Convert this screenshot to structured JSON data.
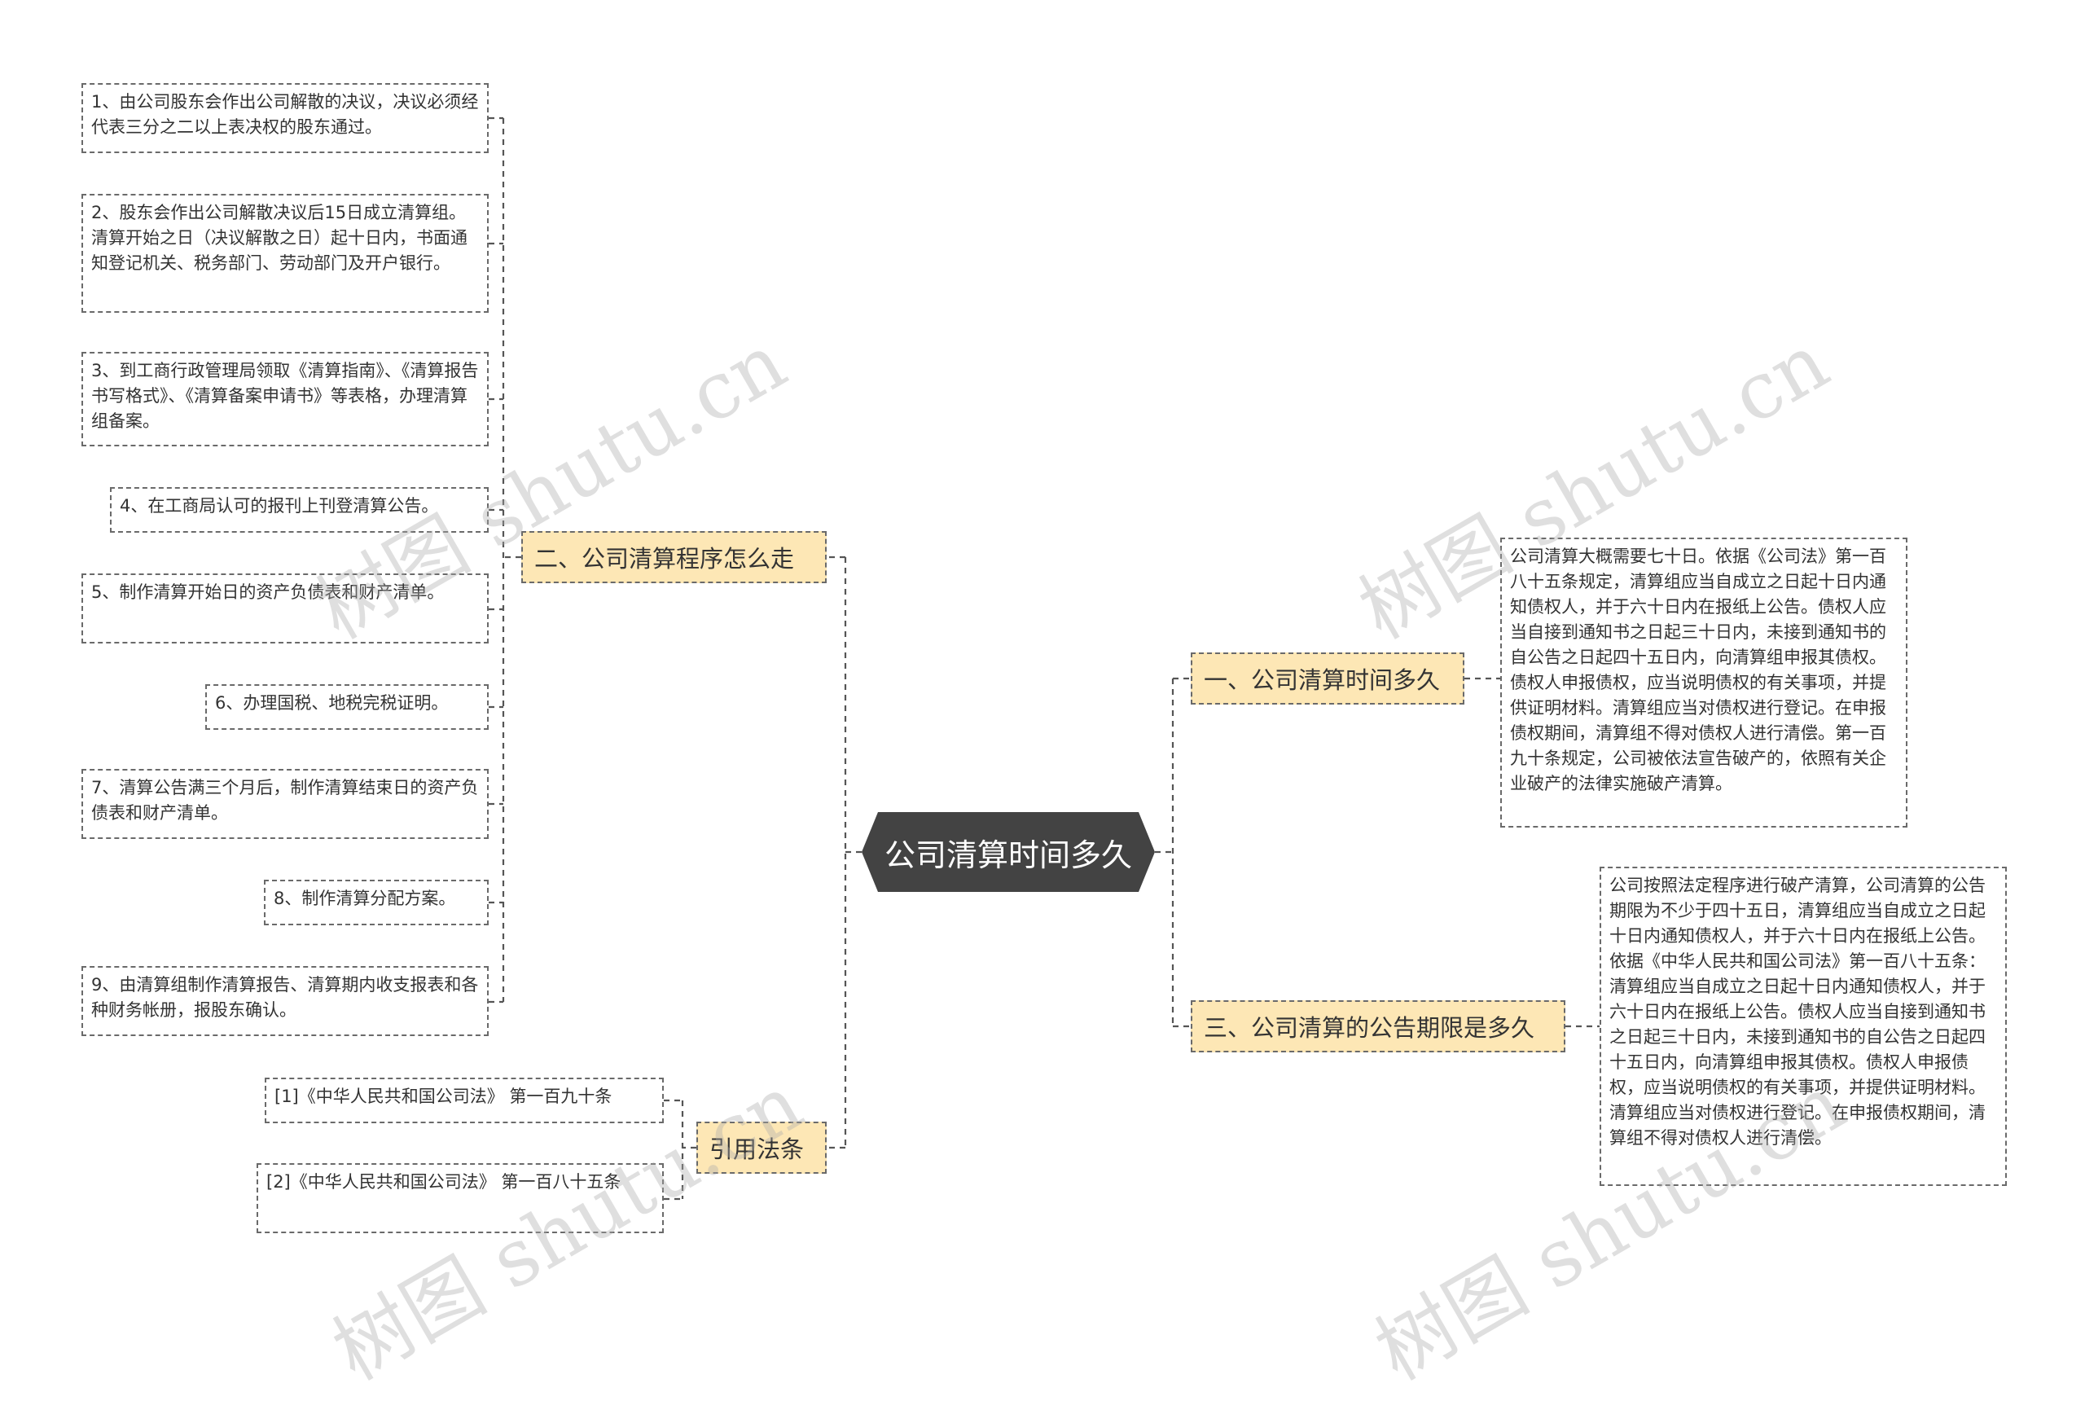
{
  "root": {
    "title": "公司清算时间多久"
  },
  "branches": {
    "b2": {
      "label": "二、公司清算程序怎么走",
      "items": [
        "1、由公司股东会作出公司解散的决议，决议必须经代表三分之二以上表决权的股东通过。",
        "2、股东会作出公司解散决议后15日成立清算组。清算开始之日（决议解散之日）起十日内，书面通知登记机关、税务部门、劳动部门及开户银行。",
        "3、到工商行政管理局领取《清算指南》、《清算报告书写格式》、《清算备案申请书》等表格，办理清算组备案。",
        "4、在工商局认可的报刊上刊登清算公告。",
        "5、制作清算开始日的资产负债表和财产清单。",
        "6、办理国税、地税完税证明。",
        "7、清算公告满三个月后，制作清算结束日的资产负债表和财产清单。",
        "8、制作清算分配方案。",
        "9、由清算组制作清算报告、清算期内收支报表和各种财务帐册，报股东确认。"
      ]
    },
    "laws": {
      "label": "引用法条",
      "items": [
        "[1]《中华人民共和国公司法》 第一百九十条",
        "[2]《中华人民共和国公司法》 第一百八十五条"
      ]
    },
    "b1": {
      "label": "一、公司清算时间多久",
      "text": "公司清算大概需要七十日。依据《公司法》第一百八十五条规定，清算组应当自成立之日起十日内通知债权人，并于六十日内在报纸上公告。债权人应当自接到通知书之日起三十日内，未接到通知书的自公告之日起四十五日内，向清算组申报其债权。债权人申报债权，应当说明债权的有关事项，并提供证明材料。清算组应当对债权进行登记。在申报债权期间，清算组不得对债权人进行清偿。第一百九十条规定，公司被依法宣告破产的，依照有关企业破产的法律实施破产清算。"
    },
    "b3": {
      "label": "三、公司清算的公告期限是多久",
      "text": "公司按照法定程序进行破产清算，公司清算的公告期限为不少于四十五日，清算组应当自成立之日起十日内通知债权人，并于六十日内在报纸上公告。依据《中华人民共和国公司法》第一百八十五条：清算组应当自成立之日起十日内通知债权人，并于六十日内在报纸上公告。债权人应当自接到通知书之日起三十日内，未接到通知书的自公告之日起四十五日内，向清算组申报其债权。债权人申报债权，应当说明债权的有关事项，并提供证明材料。清算组应当对债权进行登记。在申报债权期间，清算组不得对债权人进行清偿。"
    }
  },
  "watermark": "树图 shutu.cn",
  "colors": {
    "root_bg": "#434343",
    "branch_bg": "#fde7b5",
    "line": "#555555"
  }
}
